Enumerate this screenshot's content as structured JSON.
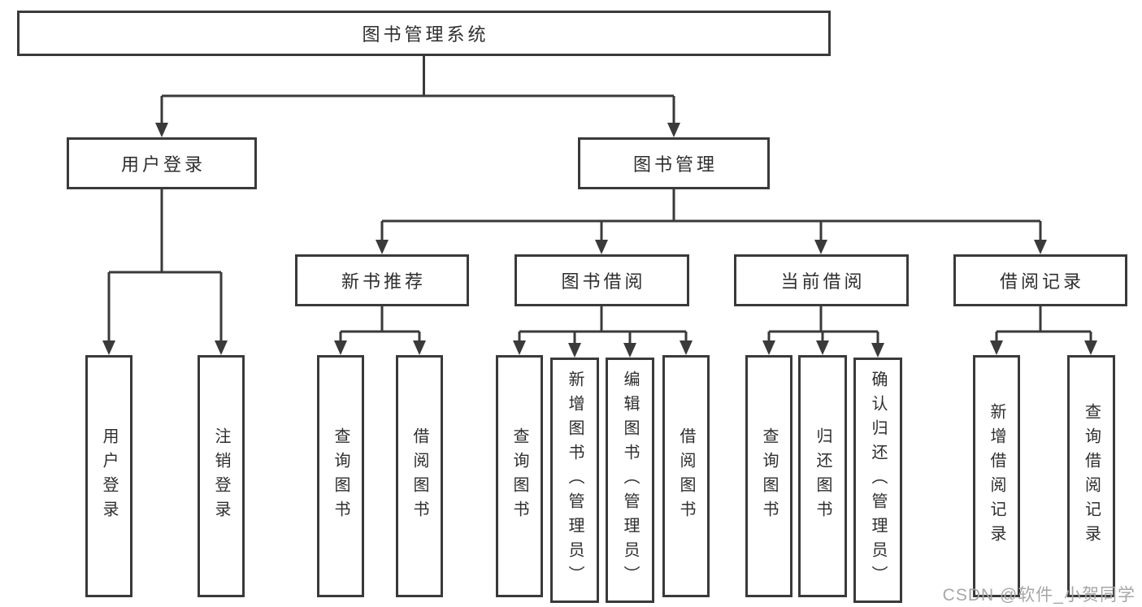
{
  "diagram_title": "图书管理系统",
  "watermark": "CSDN @软件_小贺同学",
  "colors": {
    "line": "#3a3a3a",
    "text": "#2e2e2e",
    "box_background": "#ffffff",
    "watermark": "#a6a6a6",
    "background": "#ffffff"
  },
  "tree": {
    "root": {
      "label": "图书管理系统"
    },
    "branches": [
      {
        "label": "用户登录",
        "children": [
          {
            "label": "用户登录"
          },
          {
            "label": "注销登录"
          }
        ]
      },
      {
        "label": "图书管理",
        "children": [
          {
            "label": "新书推荐",
            "children": [
              {
                "label": "查询图书"
              },
              {
                "label": "借阅图书"
              }
            ]
          },
          {
            "label": "图书借阅",
            "children": [
              {
                "label": "查询图书"
              },
              {
                "label": "新增图书（管理员）"
              },
              {
                "label": "编辑图书（管理员）"
              },
              {
                "label": "借阅图书"
              }
            ]
          },
          {
            "label": "当前借阅",
            "children": [
              {
                "label": "查询图书"
              },
              {
                "label": "归还图书"
              },
              {
                "label": "确认归还（管理员）"
              }
            ]
          },
          {
            "label": "借阅记录",
            "children": [
              {
                "label": "新增借阅记录"
              },
              {
                "label": "查询借阅记录"
              }
            ]
          }
        ]
      }
    ]
  }
}
